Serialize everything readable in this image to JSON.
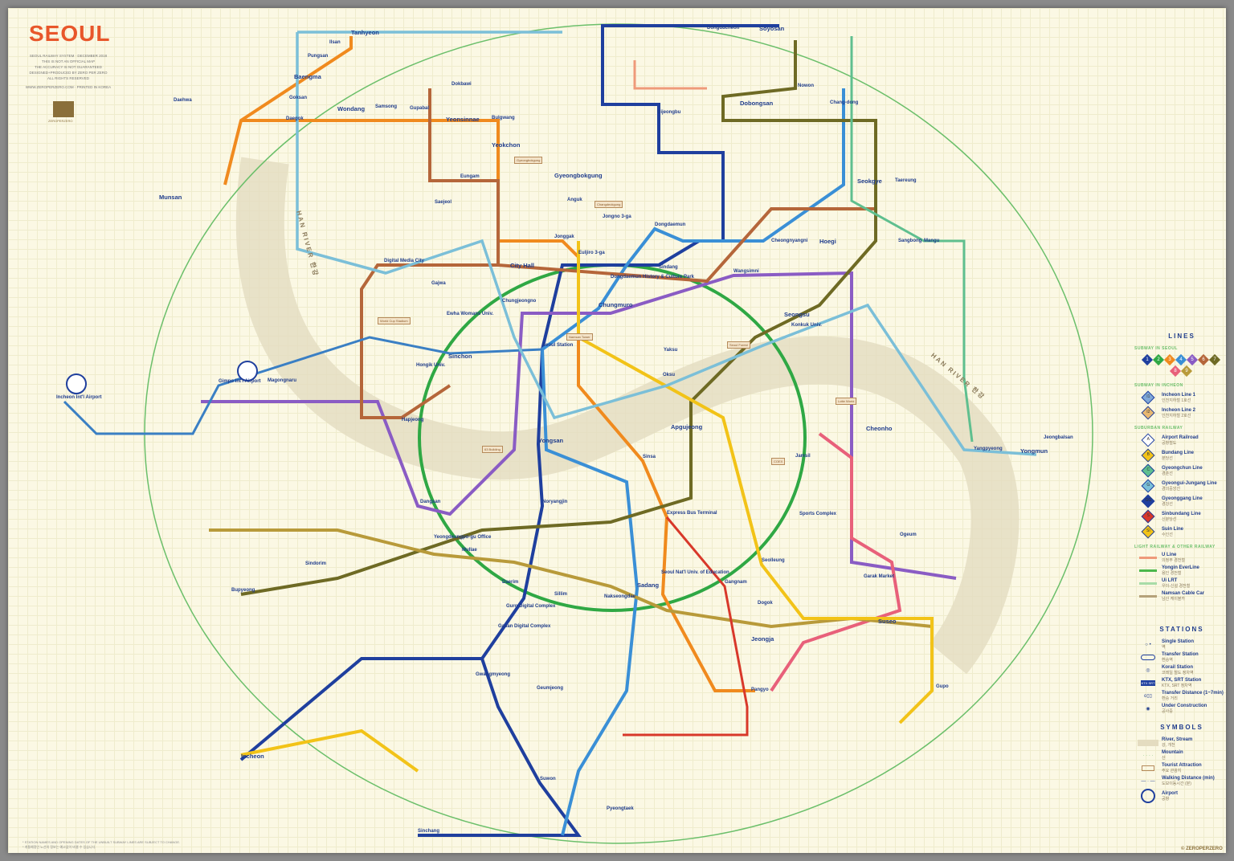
{
  "header": {
    "title": "SEOUL",
    "subtitle_lines": [
      "SEOUL RAILWAY SYSTEM · DECEMBER 2018",
      "THIS IS NOT AN OFFICIAL MAP",
      "THE ACCURACY IS NOT GUARANTEED",
      "DESIGNED+PRODUCED BY ZERO PER ZERO",
      "ALL RIGHTS RESERVED",
      "WWW.ZEROPERZERO.COM · PRINTED IN KOREA"
    ],
    "logo_text": "ZEROPERZERO"
  },
  "river_label": "HAN RIVER 한강",
  "lines": [
    {
      "id": "1",
      "color": "#1f3f9e"
    },
    {
      "id": "2",
      "color": "#2fa844"
    },
    {
      "id": "3",
      "color": "#f08a1e"
    },
    {
      "id": "4",
      "color": "#3a8fd6"
    },
    {
      "id": "5",
      "color": "#8a5cc4"
    },
    {
      "id": "6",
      "color": "#b5663a"
    },
    {
      "id": "7",
      "color": "#6e6a24"
    },
    {
      "id": "8",
      "color": "#e8607a"
    },
    {
      "id": "9",
      "color": "#b89a3a"
    },
    {
      "id": "Airport",
      "color": "#3a7fc4"
    },
    {
      "id": "Bundang",
      "color": "#f2c318"
    },
    {
      "id": "Gyeongui-Jungang",
      "color": "#7bbfd8"
    },
    {
      "id": "Gyeongchun",
      "color": "#5fbf8f"
    },
    {
      "id": "Sinbundang",
      "color": "#d8382a"
    },
    {
      "id": "U Line",
      "color": "#ef9a7a"
    }
  ],
  "stations": [
    "Tanhyeon",
    "Ilsan",
    "Pungsan",
    "Baengma",
    "Goksan",
    "Daegok",
    "Wondang",
    "Samsong",
    "Gupabal",
    "Yeonsinnae",
    "Bulgwang",
    "Dokbawi",
    "Yeokchon",
    "Eungam",
    "Saejeol",
    "Digital Media City",
    "Gajwa",
    "Hongik Univ.",
    "Sinchon",
    "Ewha Womans Univ.",
    "Chungjeongno",
    "City Hall",
    "Seoul Station",
    "Jonggak",
    "Dongdaemun History & Culture Park",
    "Sindang",
    "Wangsimni",
    "Seongsu",
    "Konkuk Univ.",
    "Jamsil",
    "Sports Complex",
    "Gangnam",
    "Seolleung",
    "Sadang",
    "Nakseongdae",
    "Sillim",
    "Guro Digital Complex",
    "Daerim",
    "Mullae",
    "Yeongdeungpo-gu Office",
    "Dangsan",
    "Hapjeong",
    "Yongsan",
    "Noryangjin",
    "Sinsa",
    "Apgujeong",
    "Oksu",
    "Yaksu",
    "Chungmuro",
    "Euljiro 3-ga",
    "Dongdaemun",
    "Seoul Nat'l Univ. of Education",
    "Express Bus Terminal",
    "Gimpo Int'l Airport",
    "Incheon Int'l Airport",
    "Magongnaru",
    "Bupyeong",
    "Incheon",
    "Suwon",
    "Dogok",
    "Suseo",
    "Garak Market",
    "Ogeum",
    "Cheonho",
    "Sangbong",
    "Mangu",
    "Seokgye",
    "Taereung",
    "Nowon",
    "Dobongsan",
    "Chang-dong",
    "Uijeongbu",
    "Soyosan",
    "Dongducheon",
    "Yangpyeong",
    "Yongmun",
    "Gwangmyeong",
    "Pangyo",
    "Gyeongbokgung",
    "Anguk",
    "Jongno 3-ga",
    "Gasan Digital Complex",
    "Sinchang",
    "Cheongnyangni",
    "Hoegi",
    "Jeongbalsan",
    "Daehwa",
    "Munsan",
    "Sindorim",
    "Geumjeong",
    "Jeongja",
    "Pyeongtaek",
    "Gupo"
  ],
  "attractions": [
    "Gyeongbokgung",
    "Changdeokgung",
    "Namsan Tower",
    "World Cup Stadium",
    "Lotte World",
    "COEX",
    "63 Building",
    "Seoul Forest"
  ],
  "legend": {
    "lines_title": "LINES",
    "subway_seoul": "SUBWAY IN SEOUL",
    "seoul_lines": [
      "1",
      "2",
      "3",
      "4",
      "5",
      "6",
      "7",
      "8",
      "9"
    ],
    "subway_incheon": "SUBWAY IN INCHEON",
    "incheon": [
      {
        "badge": "I1",
        "name": "Incheon Line 1",
        "kr": "인천지하철 1호선",
        "color": "#7fa8d8"
      },
      {
        "badge": "I2",
        "name": "Incheon Line 2",
        "kr": "인천지하철 2호선",
        "color": "#e8b870"
      }
    ],
    "suburban_title": "SUBURBAN RAILWAY",
    "suburban": [
      {
        "badge": "A",
        "name": "Airport Railroad",
        "kr": "공항철도",
        "color": "#ffffff"
      },
      {
        "badge": "B",
        "name": "Bundang Line",
        "kr": "분당선",
        "color": "#f2c318"
      },
      {
        "badge": "C",
        "name": "Gyeongchun Line",
        "kr": "경춘선",
        "color": "#5fbf8f"
      },
      {
        "badge": "G",
        "name": "Gyeongui-Jungang Line",
        "kr": "경의중앙선",
        "color": "#7bbfd8"
      },
      {
        "badge": "GG",
        "name": "Gyeonggang Line",
        "kr": "경강선",
        "color": "#1f3f9e"
      },
      {
        "badge": "S",
        "name": "Sinbundang Line",
        "kr": "신분당선",
        "color": "#d8382a"
      },
      {
        "badge": "SI",
        "name": "Suin Line",
        "kr": "수인선",
        "color": "#f2c318"
      }
    ],
    "light_title": "LIGHT RAILWAY & OTHER RAILWAY",
    "light": [
      {
        "name": "U Line",
        "kr": "의정부 경전철",
        "color": "#ef9a7a"
      },
      {
        "name": "Yongin EverLine",
        "kr": "용인 경전철",
        "color": "#4cb84c"
      },
      {
        "name": "Ui LRT",
        "kr": "우이-신설 경전철",
        "color": "#a8dca8"
      },
      {
        "name": "Namsan Cable Car",
        "kr": "남산 케이블카",
        "color": "#b5a27a"
      }
    ],
    "stations_title": "STATIONS",
    "station_types": [
      {
        "name": "Single Station",
        "kr": "역"
      },
      {
        "name": "Transfer Station",
        "kr": "환승역"
      },
      {
        "name": "Korail Station",
        "kr": "코레일 철도 정차역"
      },
      {
        "name": "KTX, SRT Station",
        "kr": "KTX, SRT 정차역"
      },
      {
        "name": "Transfer Distance (1~7min)",
        "kr": "환승 거리"
      },
      {
        "name": "Under Construction",
        "kr": "공사중"
      }
    ],
    "symbols_title": "SYMBOLS",
    "symbols": [
      {
        "name": "River, Stream",
        "kr": "강, 개천"
      },
      {
        "name": "Mountain",
        "kr": "산"
      },
      {
        "name": "Tourist Attraction",
        "kr": "주요 관광지"
      },
      {
        "name": "Walking Distance (min)",
        "kr": "도보이동시간 (분)"
      },
      {
        "name": "Airport",
        "kr": "공항"
      }
    ]
  },
  "footnote": [
    "* STATION NAMES AND OPENING DATES OF THE UNBUILT SUBWAY LINES ARE SUBJECT TO CHANGE.",
    "* 개통예정인 노선의 정보는 예고없이 바뀔 수 있습니다."
  ],
  "copyright": "© ZEROPERZERO"
}
